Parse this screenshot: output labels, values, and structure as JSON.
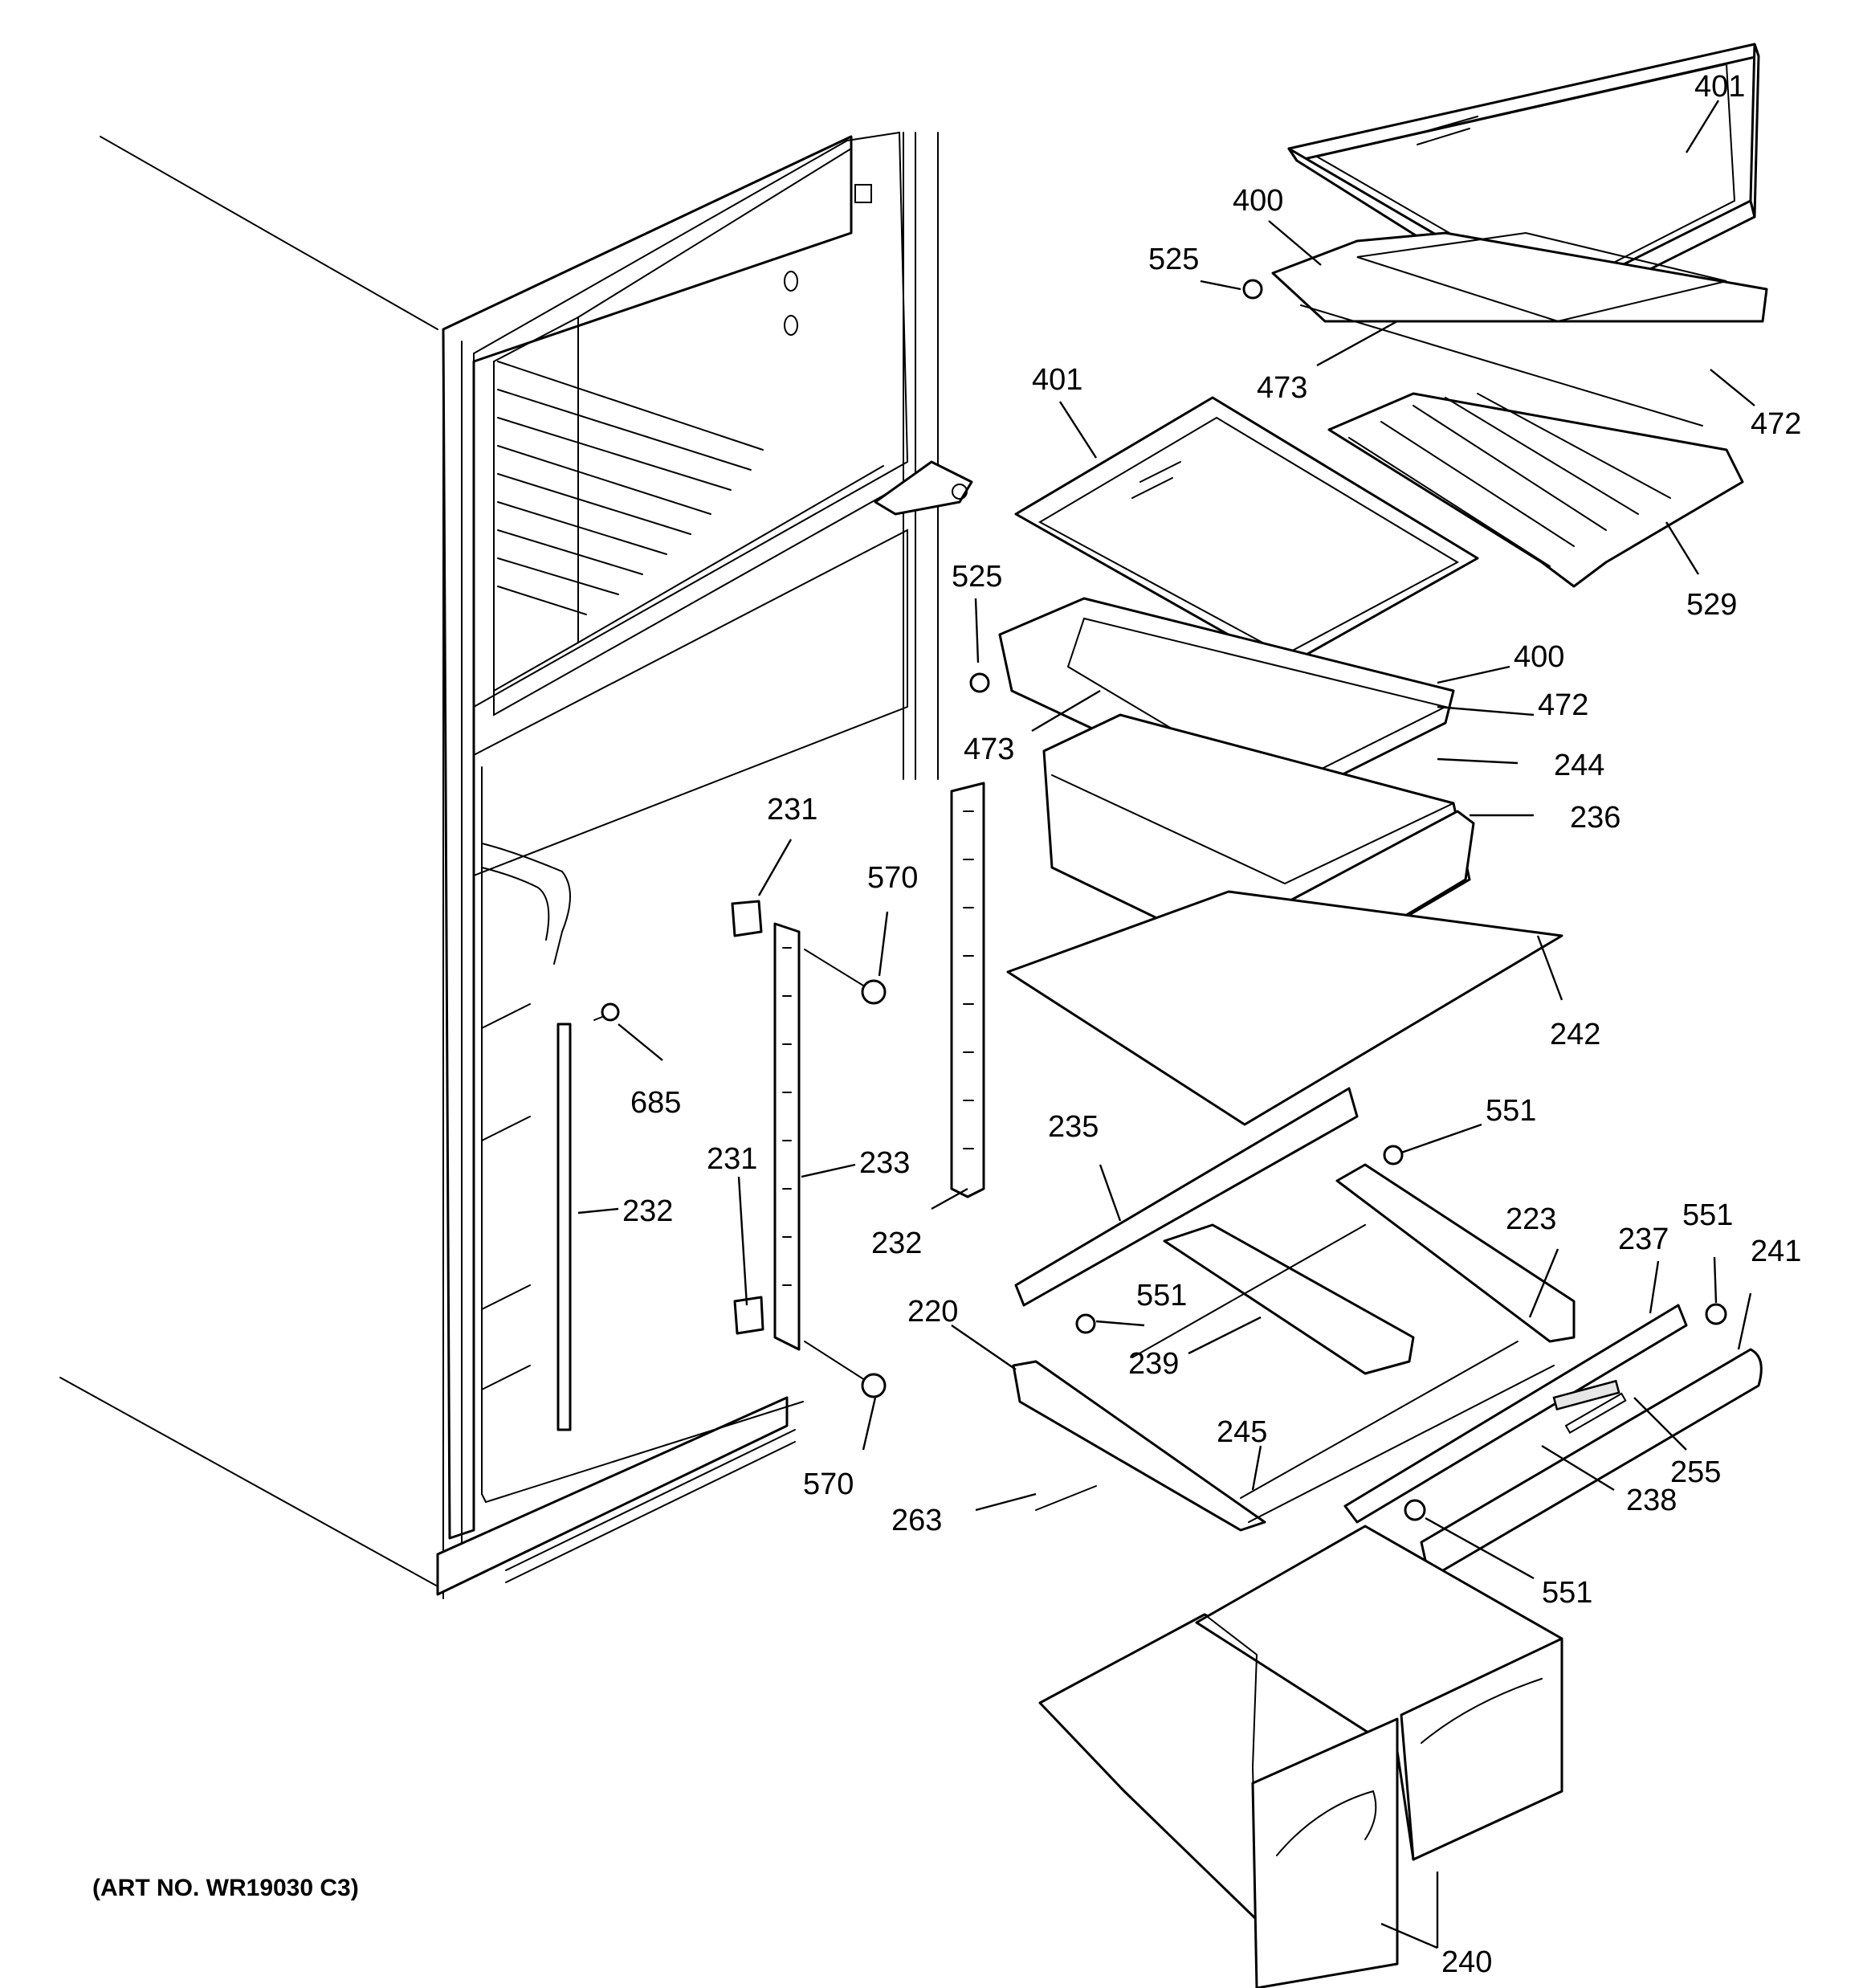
{
  "diagram": {
    "art_number": "(ART NO. WR19030 C3)",
    "labels": {
      "p401a": "401",
      "p400a": "400",
      "p525a": "525",
      "p473a": "473",
      "p472a": "472",
      "p529": "529",
      "p401b": "401",
      "p525b": "525",
      "p400b": "400",
      "p472b": "472",
      "p473b": "473",
      "p244": "244",
      "p236": "236",
      "p242": "242",
      "p231a": "231",
      "p570a": "570",
      "p685": "685",
      "p232a": "232",
      "p231b": "231",
      "p233": "233",
      "p232b": "232",
      "p570b": "570",
      "p235": "235",
      "p551a": "551",
      "p223": "223",
      "p237": "237",
      "p551b": "551",
      "p241": "241",
      "p551c": "551",
      "p220": "220",
      "p239": "239",
      "p245": "245",
      "p255": "255",
      "p238": "238",
      "p263": "263",
      "p551d": "551",
      "p240": "240"
    }
  }
}
